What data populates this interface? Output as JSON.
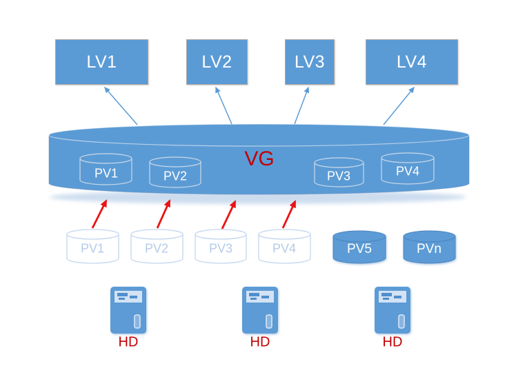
{
  "diagram": {
    "logical_volumes": [
      "LV1",
      "LV2",
      "LV3",
      "LV4"
    ],
    "volume_group": {
      "label": "VG",
      "member_pvs": [
        "PV1",
        "PV2",
        "PV3",
        "PV4"
      ]
    },
    "unallocated_pvs": [
      "PV1",
      "PV2",
      "PV3",
      "PV4"
    ],
    "spare_pvs": [
      "PV5",
      "PVn"
    ],
    "hard_drives": [
      "HD",
      "HD",
      "HD"
    ],
    "icons": {
      "vg": "volume-group-disk-icon",
      "pv": "physical-volume-cylinder-icon",
      "hd": "hard-drive-tower-icon",
      "arrow_up_blue": "arrow-up-blue-icon",
      "arrow_up_red": "arrow-up-red-icon"
    },
    "colors": {
      "primary_blue": "#5b9bd5",
      "cylinder_outline_light": "#ccd9e8",
      "faded_outline": "#c3d6ef",
      "faded_text": "#b5cbe8",
      "arrow_red": "#e91313",
      "label_red": "#c00000",
      "box_border": "#a6a6a6",
      "text_white": "#ffffff"
    }
  }
}
